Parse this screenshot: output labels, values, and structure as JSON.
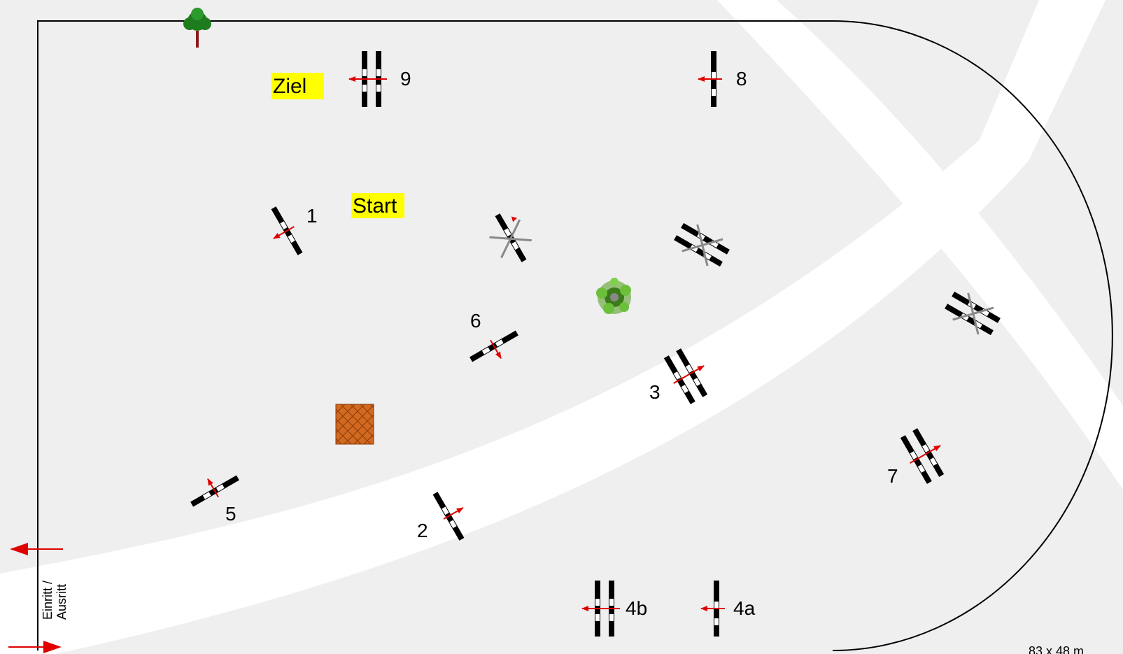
{
  "course": {
    "dimensions": "83 x 48 m",
    "entrance_label_line1": "Einritt /",
    "entrance_label_line2": "Ausritt",
    "start_label": "Start",
    "finish_label": "Ziel"
  },
  "obstacles": [
    {
      "id": "1",
      "label": "1"
    },
    {
      "id": "2",
      "label": "2"
    },
    {
      "id": "3",
      "label": "3"
    },
    {
      "id": "4a",
      "label": "4a"
    },
    {
      "id": "4b",
      "label": "4b"
    },
    {
      "id": "5",
      "label": "5"
    },
    {
      "id": "6",
      "label": "6"
    },
    {
      "id": "7",
      "label": "7"
    },
    {
      "id": "8",
      "label": "8"
    },
    {
      "id": "9",
      "label": "9"
    }
  ],
  "colors": {
    "background": "#efefef",
    "track": "#ffffff",
    "border": "#000000",
    "arrow": "#e00000",
    "highlight": "#ffff00",
    "water_tray": "#d2691e",
    "tree": "#1e7b1e"
  },
  "icons": [
    "tree-icon",
    "shrub-icon",
    "water-tray-icon",
    "entrance-arrow-icon",
    "exit-arrow-icon"
  ]
}
